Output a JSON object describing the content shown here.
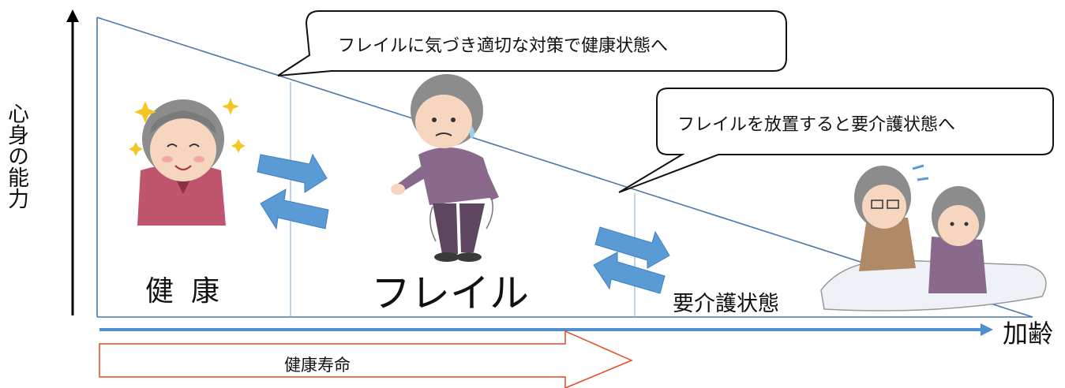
{
  "diagram": {
    "y_axis_label": "心身の能力",
    "x_axis_label": "加齢",
    "stages": {
      "health": "健康",
      "frailty": "フレイル",
      "care": "要介護状態"
    },
    "callouts": {
      "improve": "フレイルに気づき適切な対策で健康状態へ",
      "neglect": "フレイルを放置すると要介護状態へ"
    },
    "healthy_life_label": "健康寿命",
    "colors": {
      "line": "#4a78a8",
      "timeline_arrow": "#4f8fcf",
      "transition_arrow": "#5b9bd5",
      "lifespan_arrow": "#e8471e"
    }
  }
}
